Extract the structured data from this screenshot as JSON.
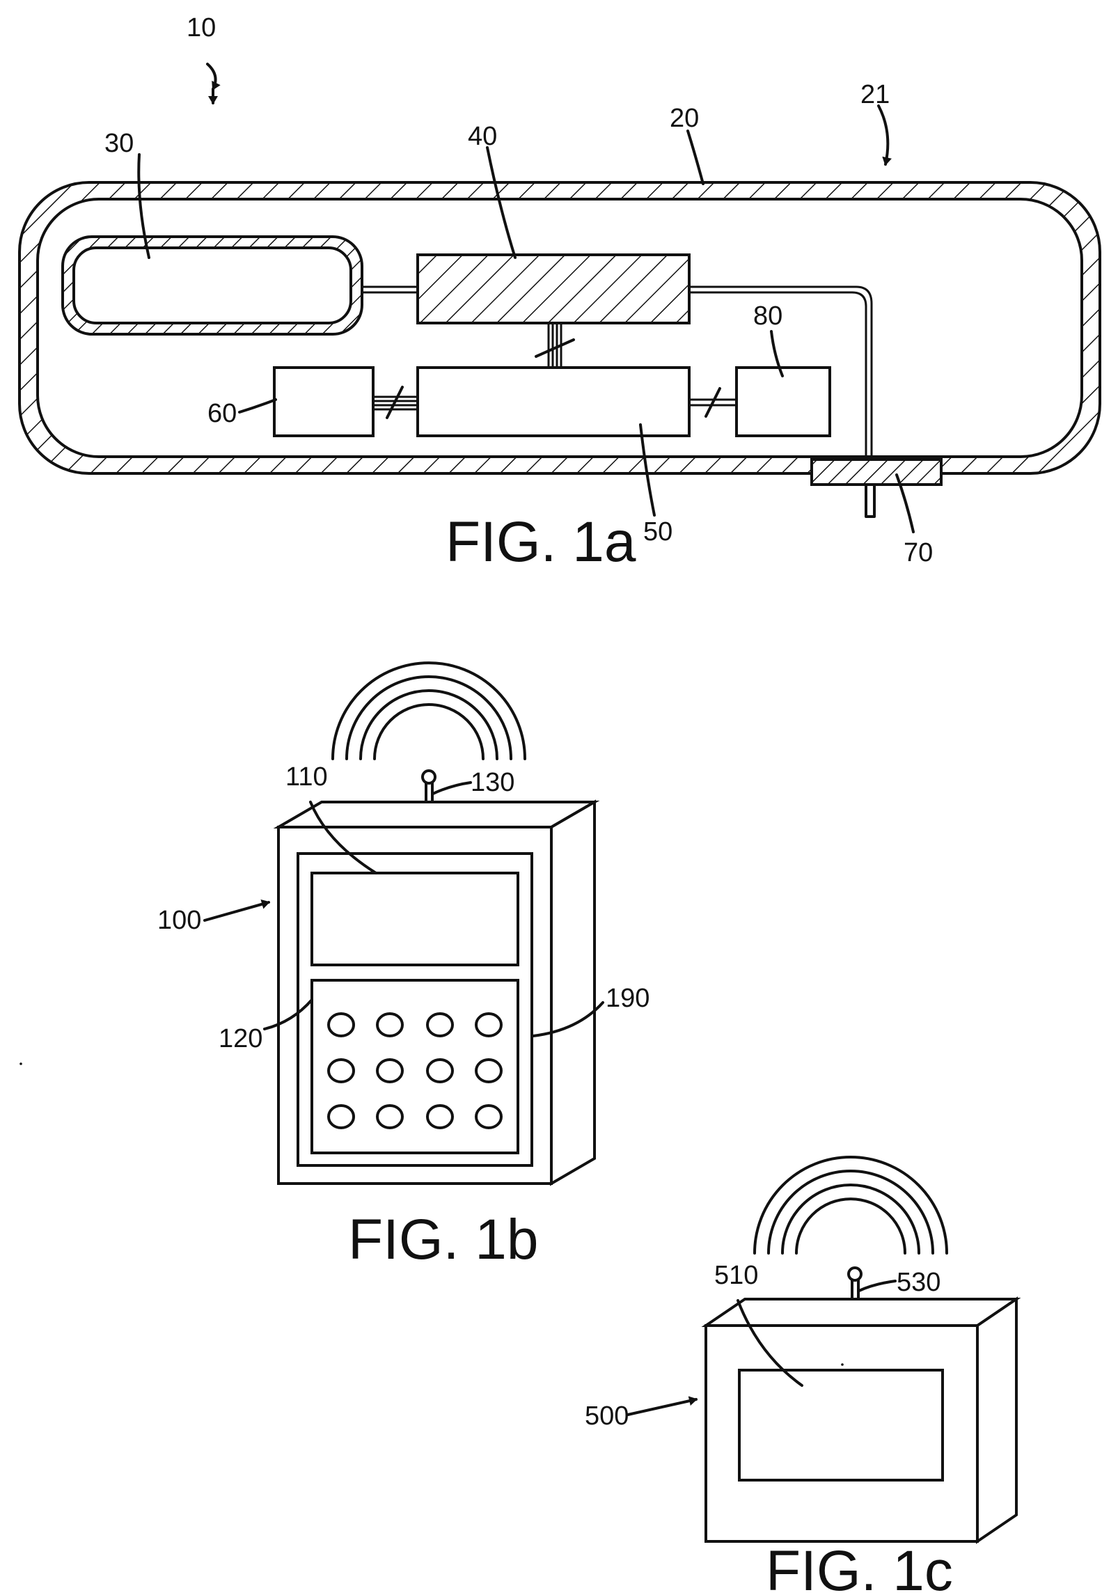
{
  "figure_1a": {
    "caption": "FIG. 1a",
    "labels": {
      "device": "10",
      "housing": "20",
      "housing_arrow": "21",
      "reservoir": "30",
      "pump": "40",
      "controller": "50",
      "power": "60",
      "outlet": "70",
      "communication": "80"
    }
  },
  "figure_1b": {
    "caption": "FIG. 1b",
    "labels": {
      "device": "100",
      "display": "110",
      "keypad": "120",
      "antenna": "130",
      "housing": "190"
    }
  },
  "figure_1c": {
    "caption": "FIG. 1c",
    "labels": {
      "device": "500",
      "display": "510",
      "antenna": "530"
    }
  }
}
